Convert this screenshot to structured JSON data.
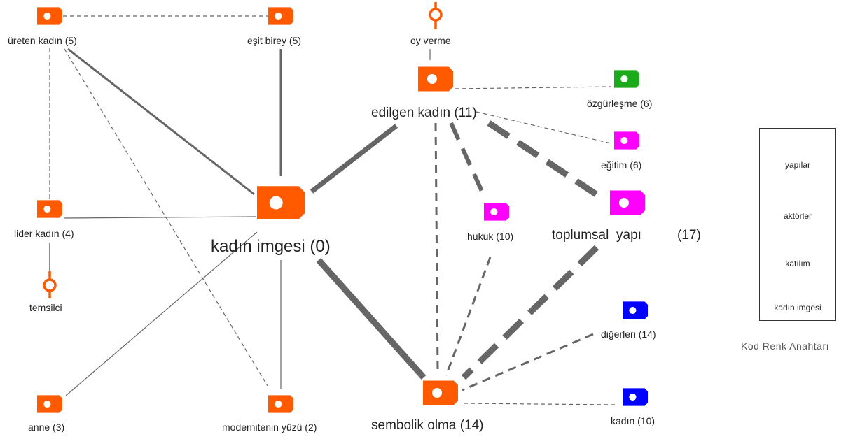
{
  "colors": {
    "kadin_imgesi": "#ff5a00",
    "yapilar": "#ff00ff",
    "aktorler": "#0000ff",
    "katilim": "#1aaa1a",
    "edge": "#666666"
  },
  "nodes": {
    "ureten_kadin": "üreten kadın (5)",
    "esit_birey": "eşit birey (5)",
    "oy_verme": "oy verme",
    "edilgen_kadin": "edilgen kadın (11)",
    "ozgurlesme": "özgürleşme (6)",
    "egitim": "eğitim (6)",
    "lider_kadin": "lider kadın (4)",
    "temsilci": "temsilci",
    "kadin_imgesi": "kadın imgesi (0)",
    "hukuk": "hukuk (10)",
    "toplumsal_yapi_a": "toplumsal",
    "toplumsal_yapi_b": "yapı",
    "toplumsal_yapi_count": "(17)",
    "digerleri": "diğerleri (14)",
    "anne": "anne (3)",
    "modernitenin_yuzu": "modernitenin yüzü (2)",
    "sembolik_olma": "sembolik olma (14)",
    "kadin": "kadın (10)"
  },
  "legend": {
    "title": "Kod Renk Anahtarı",
    "items": [
      "yapılar",
      "aktörler",
      "katılım",
      "kadın imgesi"
    ]
  }
}
